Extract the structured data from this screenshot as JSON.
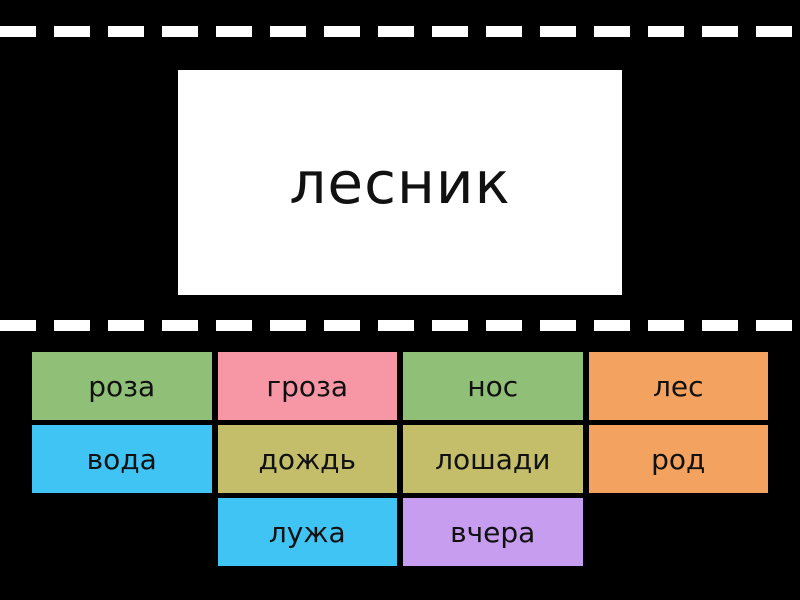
{
  "game": {
    "prompt": "лесник",
    "tiles": [
      {
        "label": "роза",
        "color": "#90c077"
      },
      {
        "label": "гроза",
        "color": "#f797a5"
      },
      {
        "label": "нос",
        "color": "#90c077"
      },
      {
        "label": "лес",
        "color": "#f3a25f"
      },
      {
        "label": "вода",
        "color": "#40c4f4"
      },
      {
        "label": "дождь",
        "color": "#c4be6a"
      },
      {
        "label": "лошади",
        "color": "#c4be6a"
      },
      {
        "label": "род",
        "color": "#f3a25f"
      },
      {
        "label": "лужа",
        "color": "#40c4f4"
      },
      {
        "label": "вчера",
        "color": "#c79df0"
      }
    ],
    "colors": {
      "background": "#000000",
      "card": "#ffffff",
      "divider": "#ffffff",
      "text": "#111111"
    }
  }
}
